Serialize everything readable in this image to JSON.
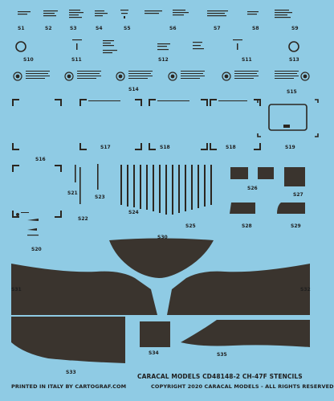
{
  "labels": [
    "S1",
    "S2",
    "S3",
    "S4",
    "S5",
    "S6",
    "S7",
    "S8",
    "S9",
    "S10",
    "S11",
    "S12",
    "S11",
    "S13",
    "S14",
    "S15",
    "S16",
    "S17",
    "S18",
    "S18",
    "S19",
    "S20",
    "S21",
    "S22",
    "S23",
    "S24",
    "S25",
    "S26",
    "S27",
    "S28",
    "S29",
    "S30",
    "S31",
    "S32",
    "S33",
    "S34",
    "S35"
  ],
  "footer": {
    "title": "CARACAL MODELS CD48148-2  CH-47F  STENCILS",
    "printed": "PRINTED IN ITALY BY CARTOGRAF.COM",
    "copyright": "COPYRIGHT 2020 CARACAL MODELS - ALL RIGHTS RESERVED"
  },
  "colors": {
    "background": "#8fcbe4",
    "ink": "#2b2620"
  }
}
